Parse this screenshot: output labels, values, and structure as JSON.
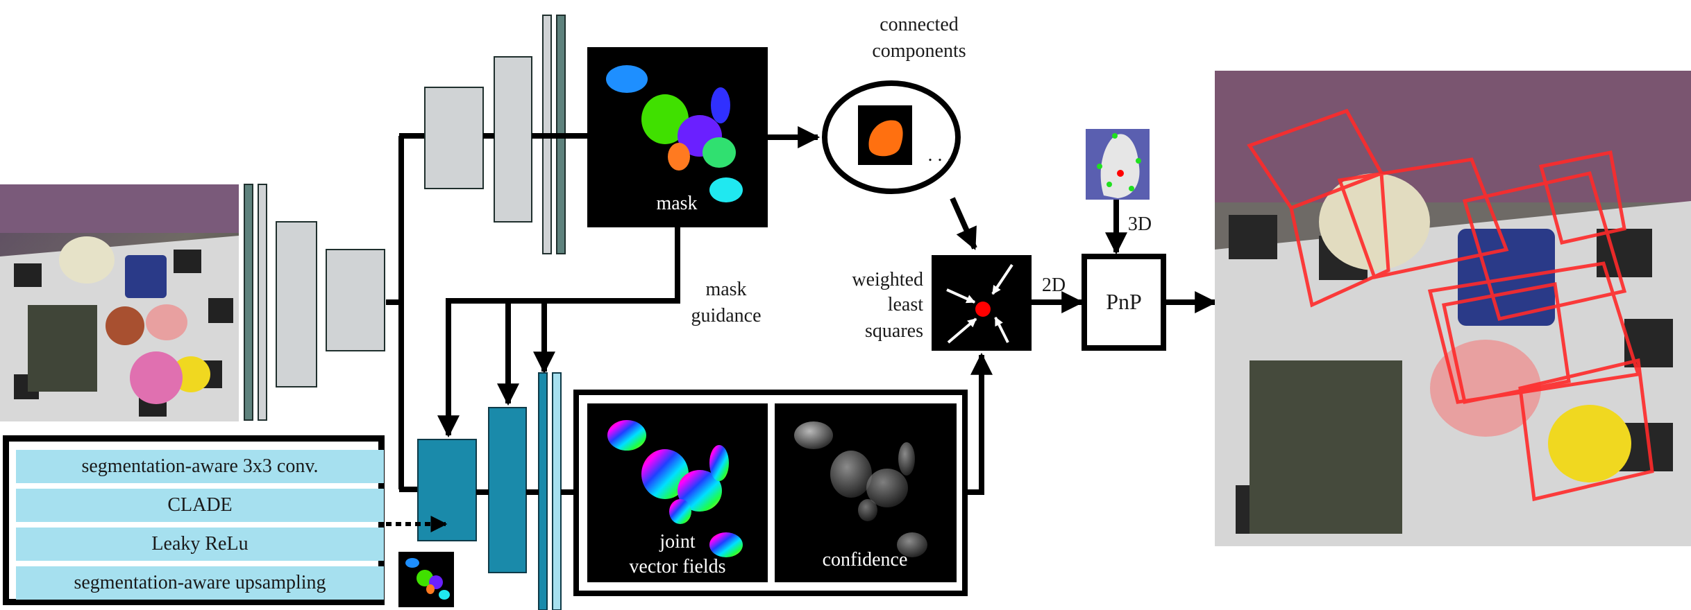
{
  "labels": {
    "connected_components": [
      "connected",
      "components"
    ],
    "ellipsis": ". . .",
    "mask": "mask",
    "mask_guidance": [
      "mask",
      "guidance"
    ],
    "weighted_least_squares": [
      "weighted",
      "least",
      "squares"
    ],
    "label_2d": "2D",
    "label_3d": "3D",
    "pnp": "PnP",
    "joint_vector_fields": [
      "joint",
      "vector fields"
    ],
    "confidence": "confidence"
  },
  "legend": {
    "items": [
      "segmentation-aware 3x3 conv.",
      "CLADE",
      "Leaky ReLu",
      "segmentation-aware upsampling"
    ]
  },
  "colors": {
    "encoder_layer": "#d0d3d5",
    "encoder_thin": "#5e827d",
    "decoder_layer": "#1a8aaa",
    "legend_row": "#a6e0ef",
    "keypoint": "#ff0000",
    "pose_box": "#ff2a2a"
  },
  "icons": {
    "input_image": "cluttered-scene-photo",
    "mask_image": "segmentation-mask-image",
    "component_image": "single-object-mask-image",
    "model_image": "3d-model-with-keypoints",
    "vector_field_image": "joint-vector-fields-image",
    "confidence_image": "confidence-map-image",
    "small_mask_image": "small-segmentation-mask",
    "result_image": "pose-result-photo"
  }
}
